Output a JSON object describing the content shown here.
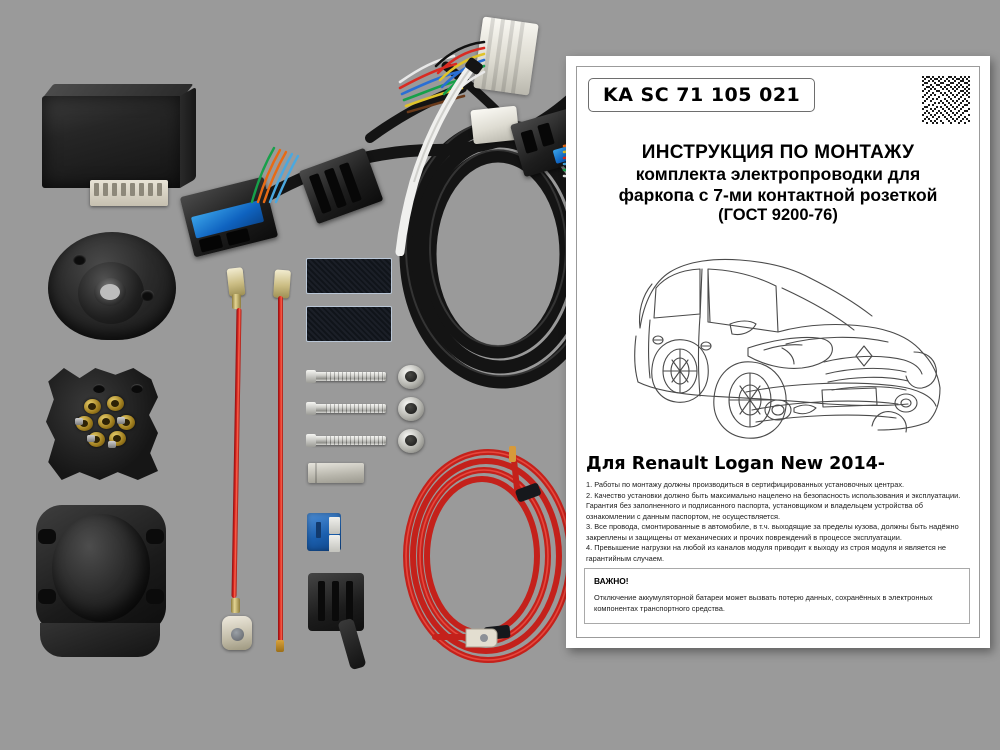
{
  "product": {
    "background_color": "#9a9a9a",
    "sheet_background": "#ffffff"
  },
  "sheet": {
    "part_number": "KA SC  71 105 021",
    "qr_code_name": "qr-code",
    "title_line1": "ИНСТРУКЦИЯ ПО МОНТАЖУ",
    "title_line2": "комплекта электропроводки для",
    "title_line3": "фаркопа с 7-ми контактной розеткой",
    "title_line4": "(ГОСТ 9200-76)",
    "vehicle_model": "Для Renault Logan New 2014-",
    "notes": [
      "1. Работы по монтажу должны производиться в сертифицированных установочных центрах.",
      "2. Качество установки должно быть максимально нацелено на безопасность использования и эксплуатации. Гарантия без заполненного и подписанного паспорта, установщиком и владельцем устройства об ознакомлении с данным паспортом, не осуществляется.",
      "3. Все провода, смонтированные в автомобиле, в т.ч. выходящие за пределы кузова,  должны быть надёжно закреплены и защищены от механических и прочих повреждений в процессе эксплуатации.",
      "4. Превышение нагрузки на любой из каналов модуля приводит к выходу из строя модуля и является не гарантийным случаем."
    ],
    "important_heading": "ВАЖНО!",
    "important_text": "Отключение аккумуляторной батареи может вызвать потерю данных, сохранённых в электронных компонентах транспортного средства.",
    "car_illustration_name": "renault-logan-line-drawing"
  },
  "parts": {
    "control_module": "control-module",
    "rubber_grommet": "rubber-grommet",
    "socket_insert": "seven-pin-socket-insert",
    "socket_housing": "socket-housing",
    "velcro_strips": "velcro-strips",
    "screws": "mounting-screws",
    "nuts": "mounting-nuts",
    "bracket": "metal-bracket",
    "fuse": "blade-fuse",
    "fuse_holder": "fuse-holder",
    "red_wires": "red-wires-with-spade-terminals",
    "ring_terminal": "ring-terminal",
    "power_cable_coil": "red-power-cable-coil",
    "harness_coil": "main-wiring-harness-coil",
    "white_connector": "white-multipin-connector",
    "black_connectors": "black-harness-connectors"
  }
}
